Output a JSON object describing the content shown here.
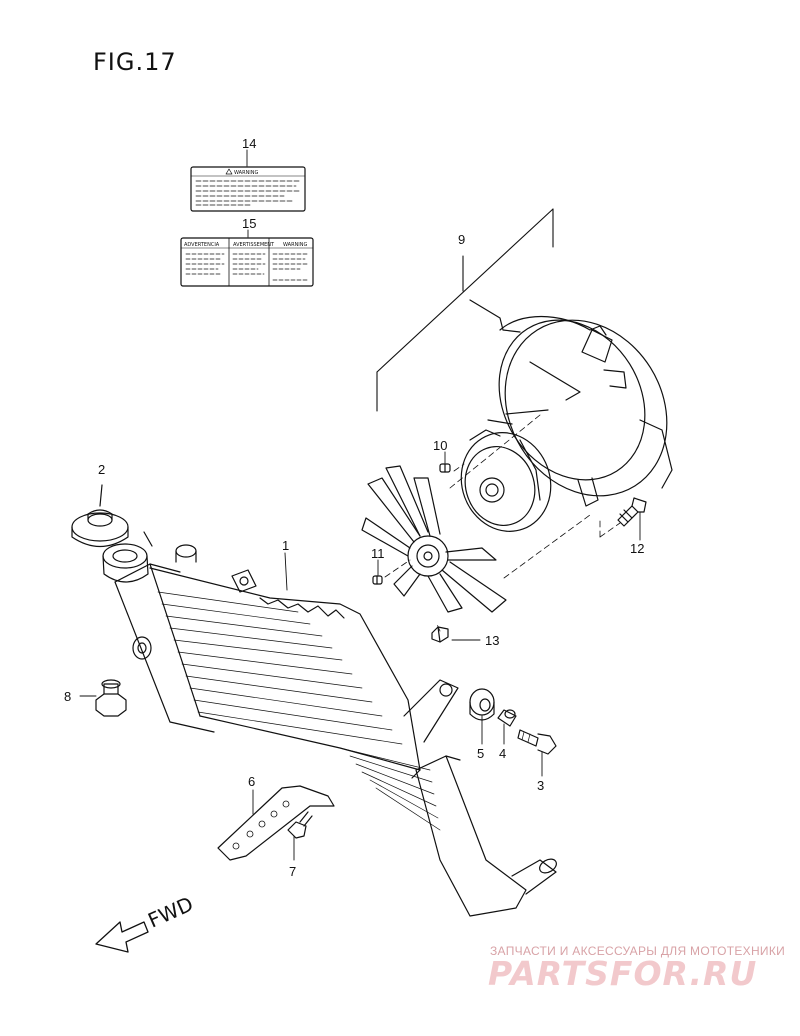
{
  "figure": {
    "title": "FIG.17",
    "direction_label": "FWD"
  },
  "labels": {
    "label_14_warning": "WARNING",
    "label_15_es": "ADVERTENCIA",
    "label_15_fr": "AVERTISSEMENT",
    "label_15_en": "WARNING"
  },
  "callouts": [
    {
      "id": "1",
      "part": "radiator"
    },
    {
      "id": "2",
      "part": "radiator-cap"
    },
    {
      "id": "3",
      "part": "bolt"
    },
    {
      "id": "4",
      "part": "collar"
    },
    {
      "id": "5",
      "part": "cushion"
    },
    {
      "id": "6",
      "part": "bracket"
    },
    {
      "id": "7",
      "part": "bolt"
    },
    {
      "id": "8",
      "part": "drain-plug"
    },
    {
      "id": "9",
      "part": "fan-assembly"
    },
    {
      "id": "10",
      "part": "screw"
    },
    {
      "id": "11",
      "part": "screw"
    },
    {
      "id": "12",
      "part": "bolt"
    },
    {
      "id": "13",
      "part": "nut"
    },
    {
      "id": "14",
      "part": "warning-label"
    },
    {
      "id": "15",
      "part": "warning-label"
    }
  ],
  "watermark": {
    "tagline": "ЗАПЧАСТИ И АКСЕССУАРЫ ДЛЯ МОТОТЕХНИКИ",
    "brand": "PARTSFOR.RU"
  }
}
